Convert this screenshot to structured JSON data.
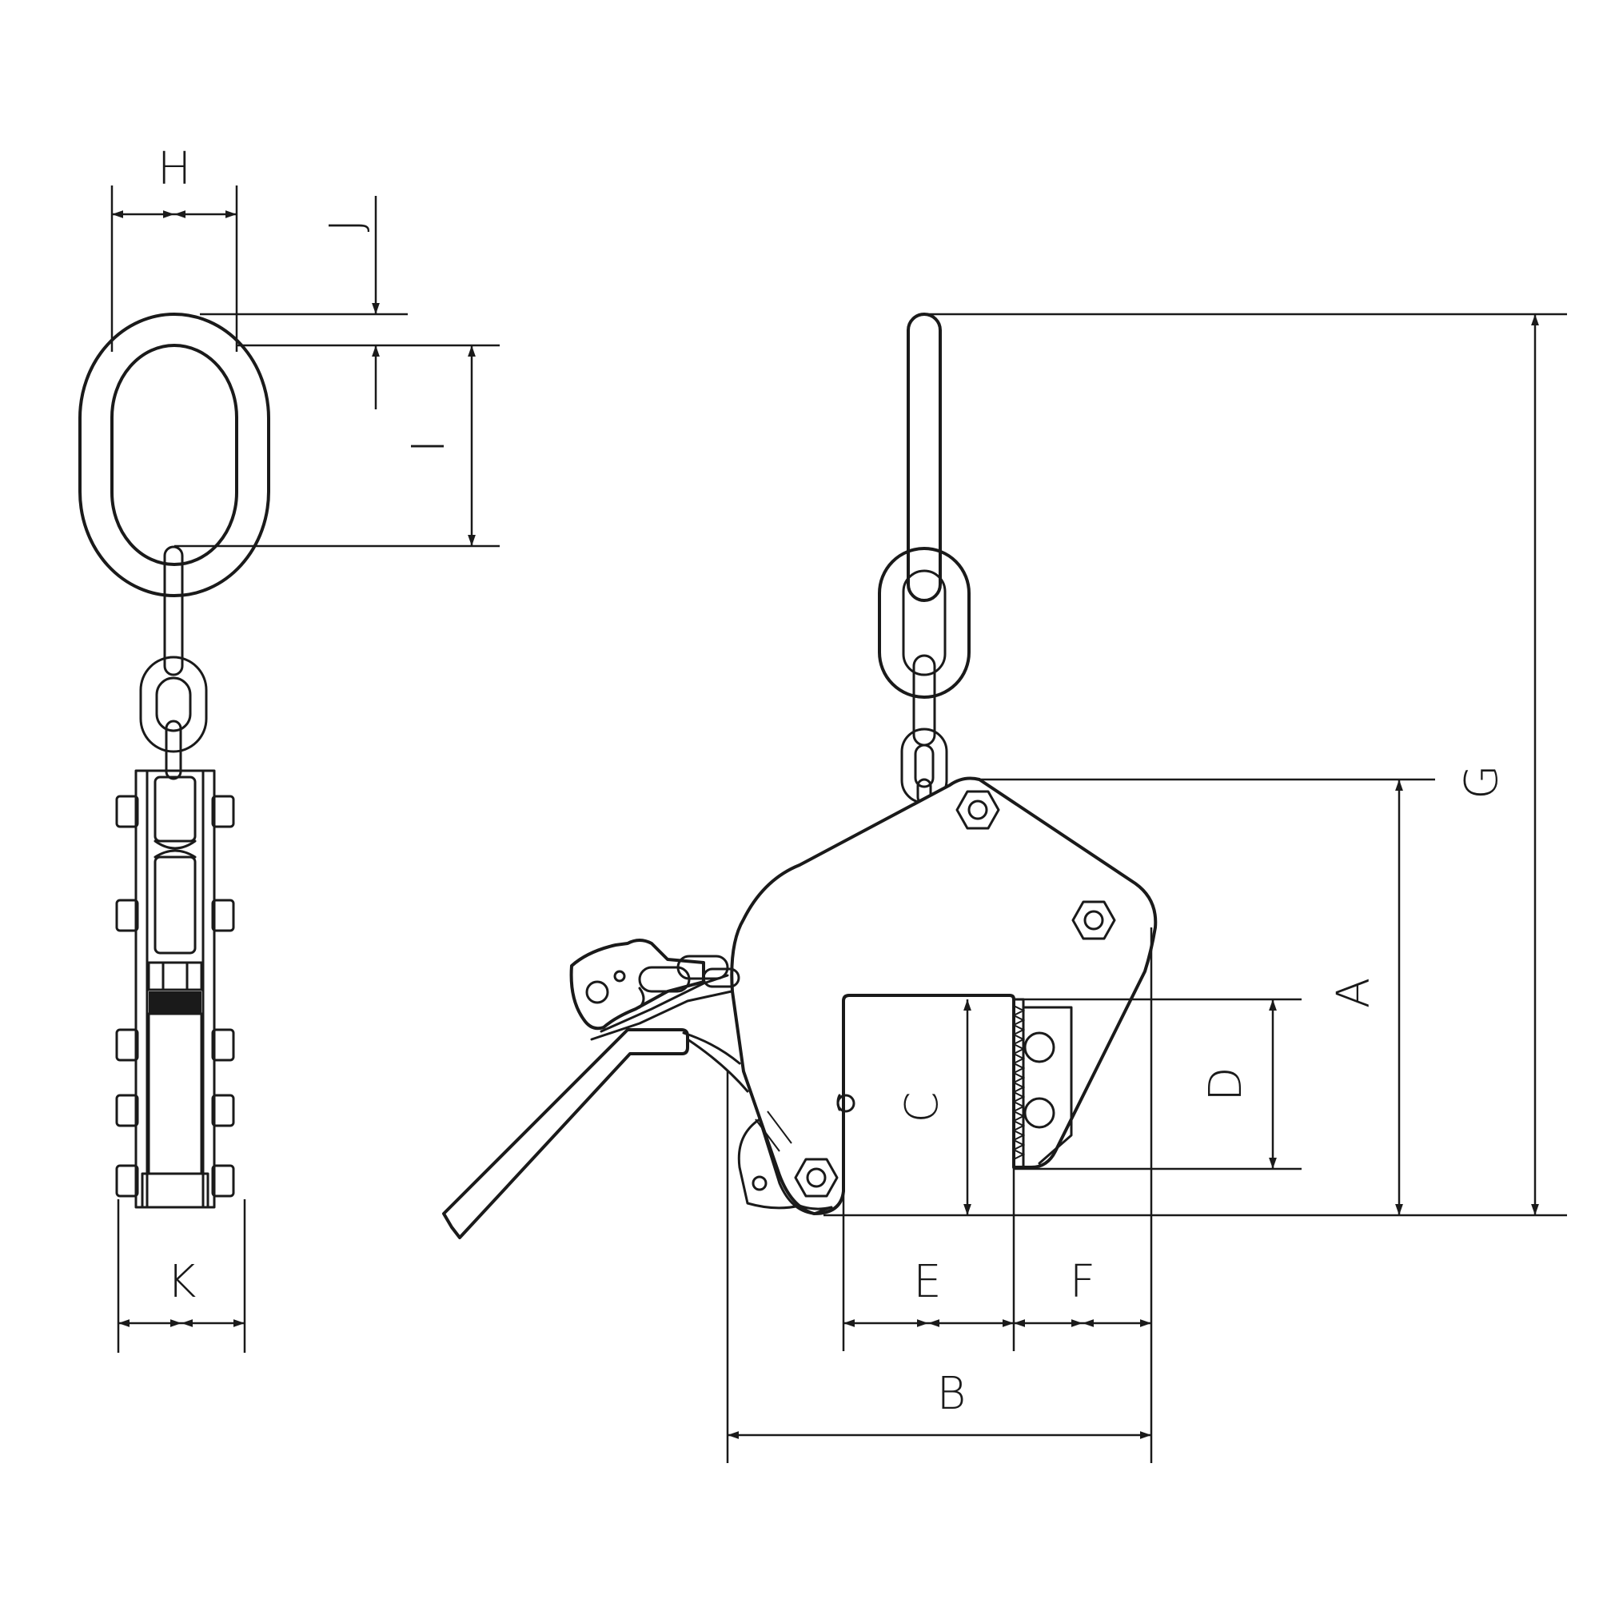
{
  "diagram": {
    "labels": {
      "A": "A",
      "B": "B",
      "C": "C",
      "D": "D",
      "E": "E",
      "F": "F",
      "G": "G",
      "H": "H",
      "I": "I",
      "J": "J",
      "K": "K"
    }
  }
}
